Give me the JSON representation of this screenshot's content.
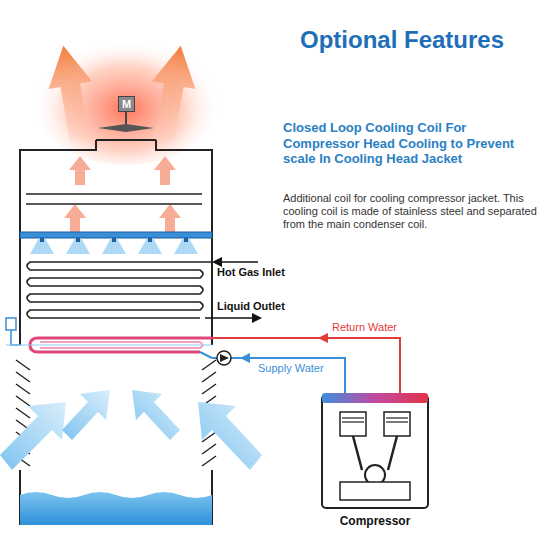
{
  "diagram": {
    "title": "Optional Features",
    "nodes": [
      {
        "text": [
          "M"
        ]
      },
      {
        "text": [
          "Compressor"
        ]
      }
    ],
    "labels": [
      "Closed Loop Cooling Coil For Compressor Head Cooling to Prevent scale In Cooling Head Jacket",
      "Additional coil for cooling compressor jacket. This cooling coil is made of stainless steel and separated from the main condenser coil.",
      "Hot Gas Inlet",
      "Liquid Outlet",
      "Return Water",
      "Supply Water"
    ]
  }
}
